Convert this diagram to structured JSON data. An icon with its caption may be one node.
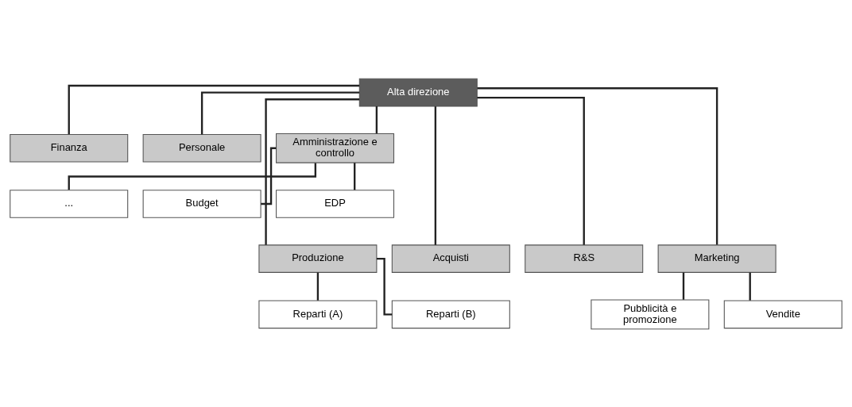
{
  "diagram": {
    "nodes": [
      {
        "text": [
          "Alta direzione"
        ]
      },
      {
        "text": [
          "Finanza"
        ]
      },
      {
        "text": [
          "Personale"
        ]
      },
      {
        "text": [
          "Amministrazione e controllo"
        ]
      },
      {
        "text": [
          "..."
        ]
      },
      {
        "text": [
          "Budget"
        ]
      },
      {
        "text": [
          "EDP"
        ]
      },
      {
        "text": [
          "Produzione"
        ]
      },
      {
        "text": [
          "Acquisti"
        ]
      },
      {
        "text": [
          "R&S"
        ]
      },
      {
        "text": [
          "Marketing"
        ]
      },
      {
        "text": [
          "Reparti (A)"
        ]
      },
      {
        "text": [
          "Reparti (B)"
        ]
      },
      {
        "text": [
          "Pubblicità e promozione"
        ]
      },
      {
        "text": [
          "Vendite"
        ]
      }
    ],
    "edges": [
      {
        "from": 0,
        "to": 1,
        "arrow": "none"
      },
      {
        "from": 0,
        "to": 2,
        "arrow": "none"
      },
      {
        "from": 0,
        "to": 3,
        "arrow": "none"
      },
      {
        "from": 3,
        "to": 4,
        "arrow": "none"
      },
      {
        "from": 3,
        "to": 5,
        "arrow": "none"
      },
      {
        "from": 3,
        "to": 6,
        "arrow": "none"
      },
      {
        "from": 0,
        "to": 7,
        "arrow": "none"
      },
      {
        "from": 0,
        "to": 8,
        "arrow": "none"
      },
      {
        "from": 0,
        "to": 9,
        "arrow": "none"
      },
      {
        "from": 0,
        "to": 10,
        "arrow": "none"
      },
      {
        "from": 7,
        "to": 11,
        "arrow": "none"
      },
      {
        "from": 7,
        "to": 12,
        "arrow": "none"
      },
      {
        "from": 10,
        "to": 13,
        "arrow": "none"
      },
      {
        "from": 10,
        "to": 14,
        "arrow": "none"
      }
    ]
  }
}
